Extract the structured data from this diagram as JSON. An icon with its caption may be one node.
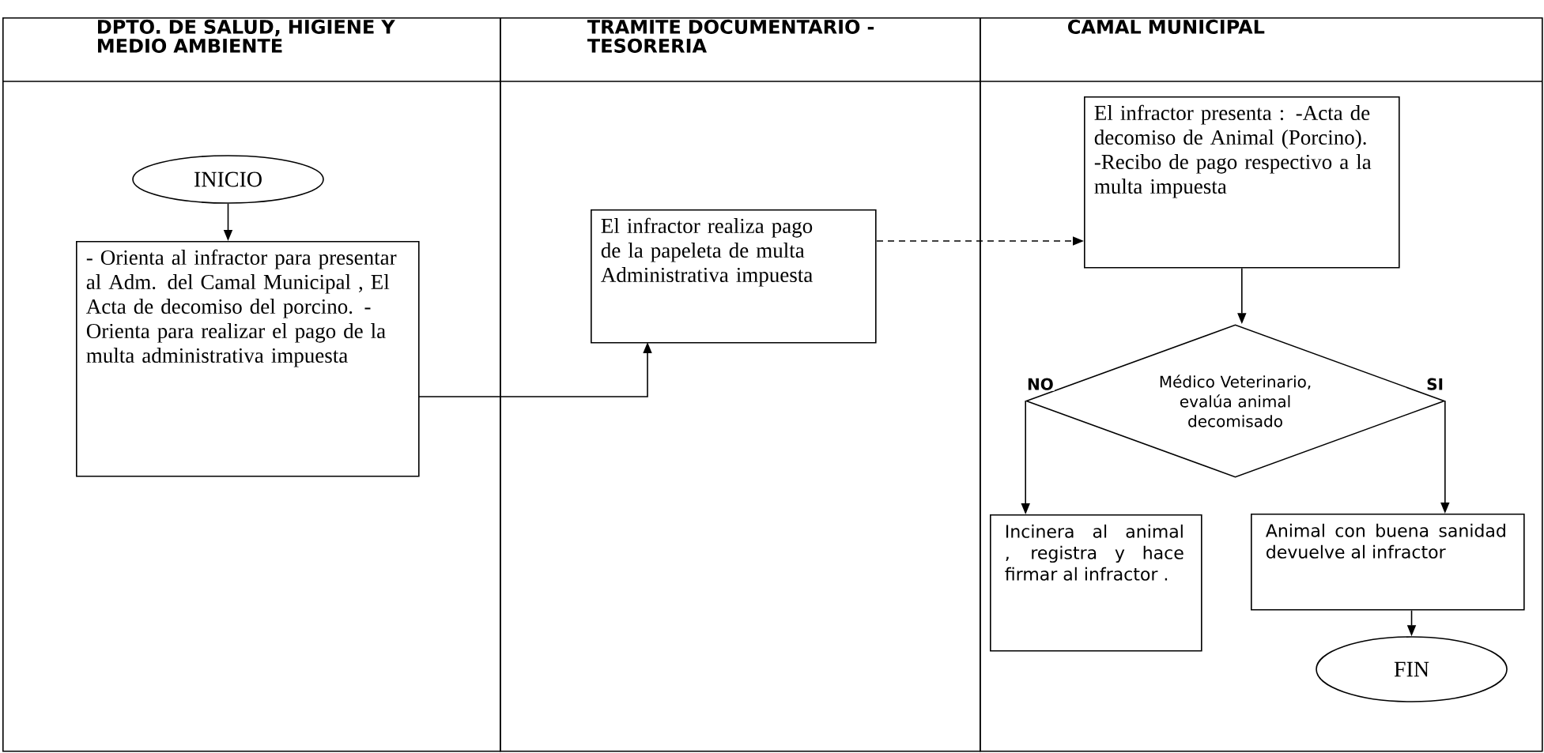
{
  "diagram": {
    "nodes": [
      {
        "text": [
          "DPTO.  DE SALUD, HIGIENE Y MEDIO AMBIENTE"
        ]
      },
      {
        "text": [
          "TRAMITE DOCUMENTARIO - TESORERIA"
        ]
      },
      {
        "text": [
          "CAMAL MUNICIPAL"
        ]
      },
      {
        "text": [
          "INICIO"
        ],
        "in": 0
      },
      {
        "text": [
          "- Orienta al infractor para presentar al Adm. del Camal Municipal , El Acta de decomiso del porcino. - Orienta para realizar el pago de la multa administrativa impuesta"
        ],
        "in": 0
      },
      {
        "text": [
          "El infractor realiza pago de la papeleta de multa Administrativa impuesta"
        ],
        "in": 1
      },
      {
        "text": [
          "El infractor presenta : -Acta de decomiso de  Animal (Porcino). -Recibo de pago  respectivo a la multa   impuesta"
        ],
        "in": 2
      },
      {
        "text": [
          "Médico Veterinario, evalúa animal decomisado"
        ],
        "in": 2
      },
      {
        "text": [
          "Incinera al animal , registra y hace firmar al infractor ."
        ],
        "in": 2
      },
      {
        "text": [
          "Animal con buena sanidad devuelve al infractor"
        ],
        "in": 2
      },
      {
        "text": [
          "FIN"
        ],
        "in": 2
      }
    ],
    "edges": [
      {
        "from": 3,
        "to": 4,
        "arrow": "to"
      },
      {
        "from": 4,
        "to": 5,
        "arrow": "to"
      },
      {
        "from": 5,
        "to": 6,
        "arrow": "to",
        "style": "dashed"
      },
      {
        "from": 6,
        "to": 7,
        "arrow": "to"
      },
      {
        "from": 7,
        "to": 8,
        "arrow": "to",
        "label": "NO"
      },
      {
        "from": 7,
        "to": 9,
        "arrow": "to",
        "label": "SI"
      },
      {
        "from": 9,
        "to": 10,
        "arrow": "to"
      }
    ]
  }
}
